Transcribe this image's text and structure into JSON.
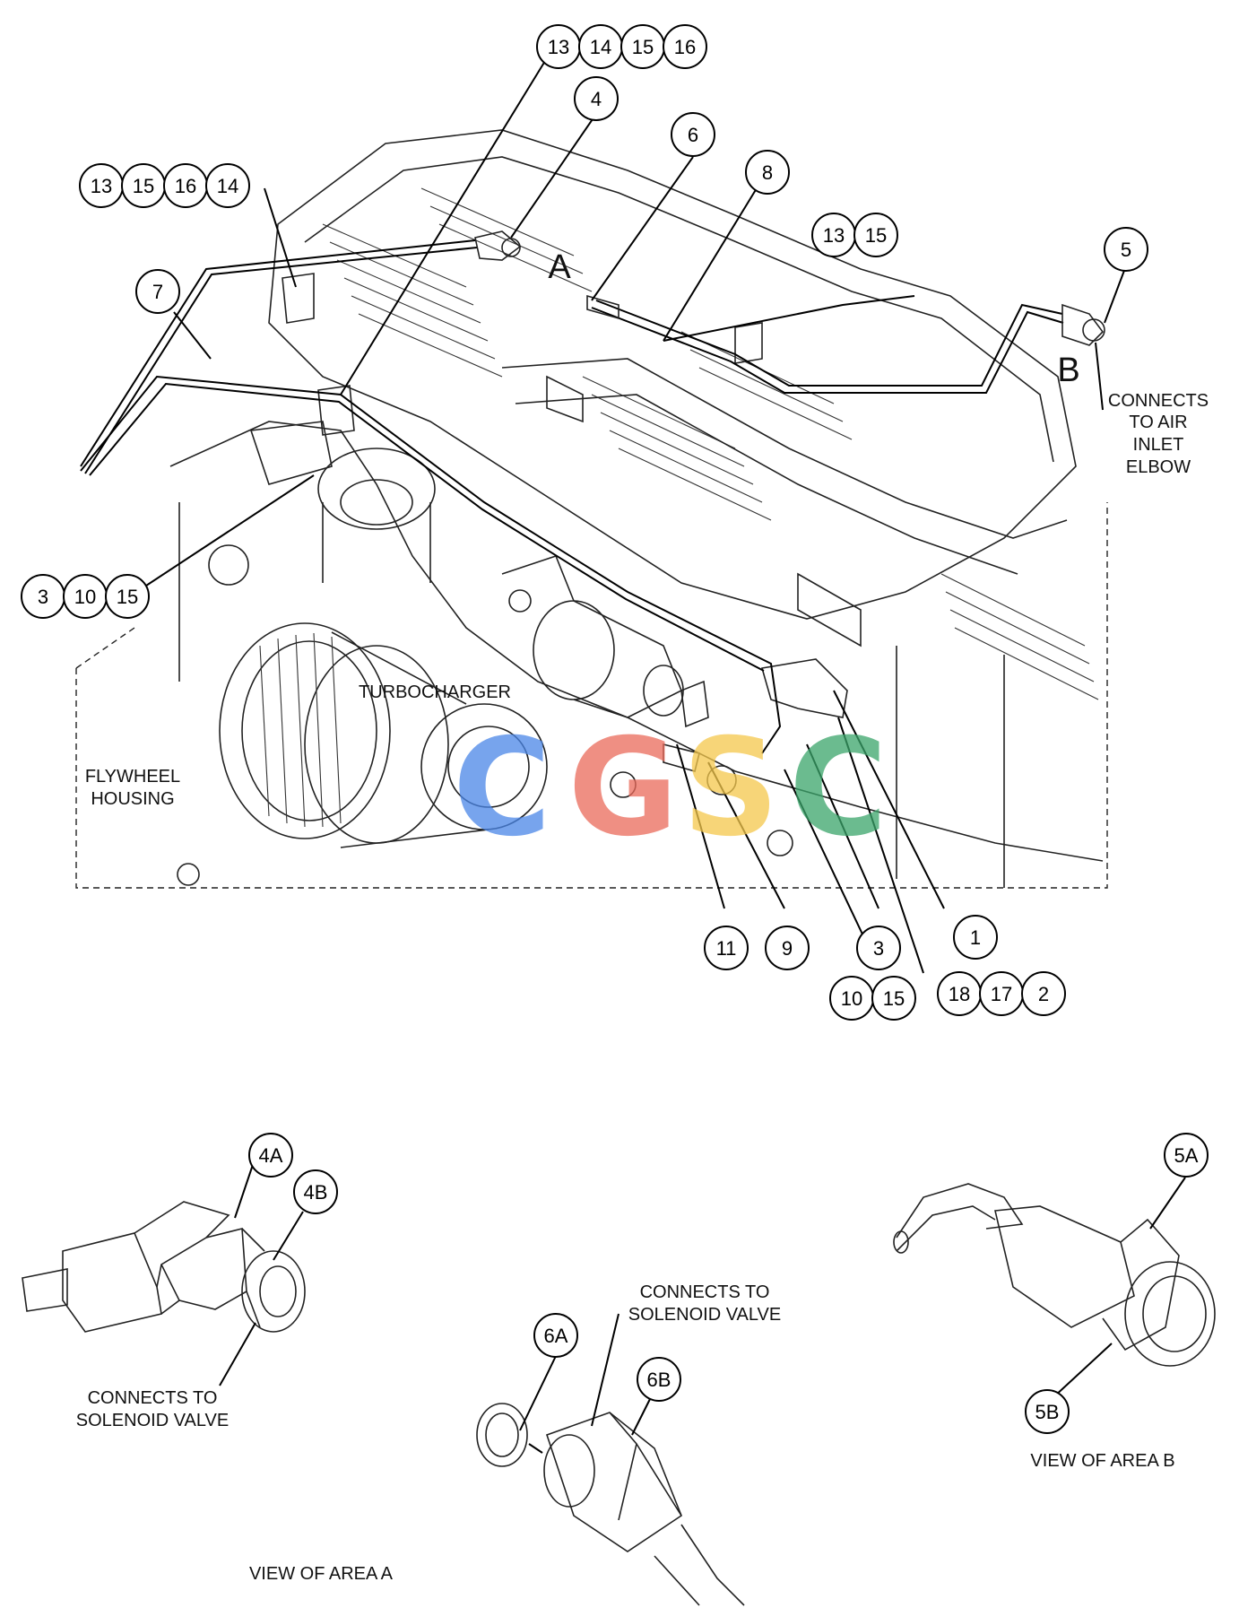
{
  "callouts": {
    "c1": "1",
    "c2": "2",
    "c3a": "3",
    "c3b": "3",
    "c4": "4",
    "c4a": "4A",
    "c4b": "4B",
    "c5": "5",
    "c5a": "5A",
    "c5b": "5B",
    "c6": "6",
    "c6a": "6A",
    "c6b": "6B",
    "c7": "7",
    "c8": "8",
    "c9": "9",
    "c10a": "10",
    "c10b": "10",
    "c11": "11",
    "c13a": "13",
    "c13b": "13",
    "c13c": "13",
    "c14a": "14",
    "c14b": "14",
    "c15a": "15",
    "c15b": "15",
    "c15c": "15",
    "c15d": "15",
    "c15e": "15",
    "c16a": "16",
    "c16b": "16",
    "c17": "17",
    "c18": "18"
  },
  "area_labels": {
    "a": "A",
    "b": "B"
  },
  "labels": {
    "turbocharger": "TURBOCHARGER",
    "flywheel_1": "FLYWHEEL",
    "flywheel_2": "HOUSING",
    "air_1": "CONNECTS",
    "air_2": "TO AIR",
    "air_3": "INLET",
    "air_4": "ELBOW",
    "sol_a_1": "CONNECTS TO",
    "sol_a_2": "SOLENOID VALVE",
    "sol_b_1": "CONNECTS TO",
    "sol_b_2": "SOLENOID VALVE",
    "view_a": "VIEW OF AREA  A",
    "view_b": "VIEW OF AREA B"
  },
  "watermark": {
    "letters": [
      "C",
      "G",
      "S",
      "C"
    ],
    "colors": [
      "#4a86e8",
      "#ea6a5a",
      "#f5c84c",
      "#3aa56a"
    ]
  }
}
